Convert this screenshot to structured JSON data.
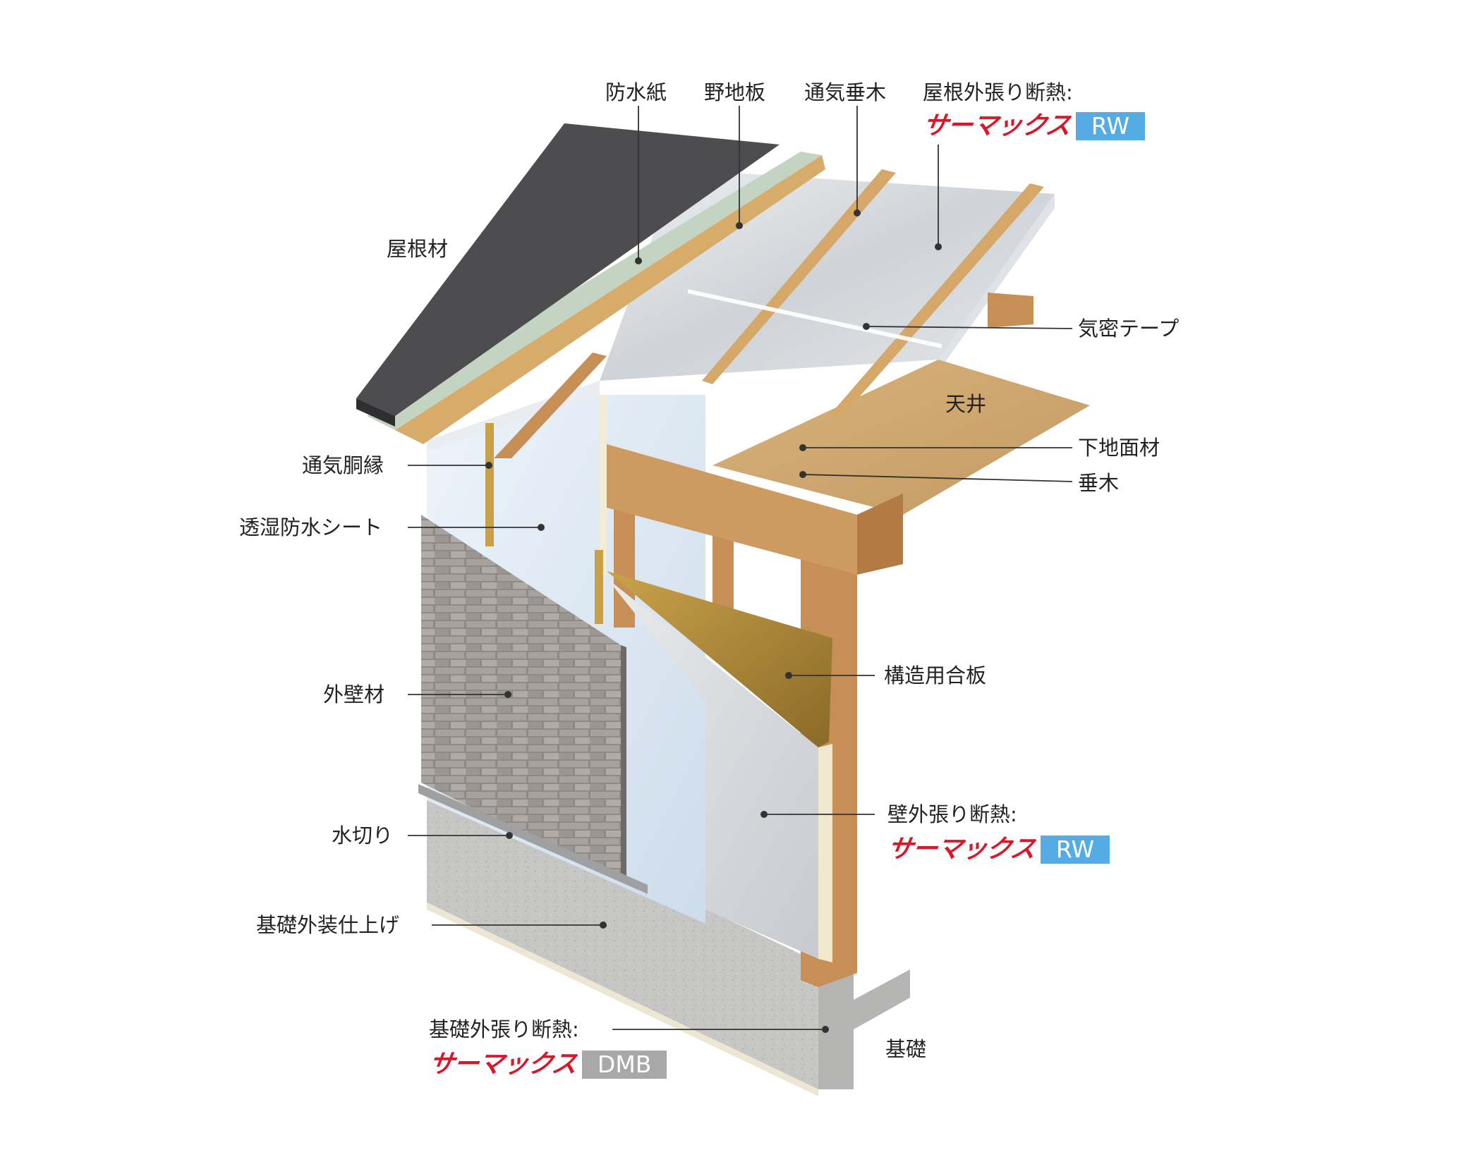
{
  "colors": {
    "brand_red": "#d7182a",
    "tag_blue": "#55ace4",
    "tag_gray": "#a8a8a8",
    "label_text": "#222222",
    "leader_line": "#333333"
  },
  "labels": {
    "bousuishi": "防水紙",
    "yajiita": "野地板",
    "tsuuki_taruki": "通気垂木",
    "yane_sotobari": "屋根外張り断熱:",
    "yanezai": "屋根材",
    "kimitsu_tape": "気密テープ",
    "tenjou": "天井",
    "shitaji_menzai": "下地面材",
    "taruki": "垂木",
    "tsuuki_doubuchi": "通気胴縁",
    "toushitsu_sheet": "透湿防水シート",
    "gaihekizai": "外壁材",
    "kouzou_gouban": "構造用合板",
    "kabe_sotobari": "壁外張り断熱:",
    "mizukiri": "水切り",
    "kiso_shiage": "基礎外装仕上げ",
    "kiso_sotobari": "基礎外張り断熱:",
    "kiso": "基礎"
  },
  "brands": {
    "roof": {
      "name": "サーマックス",
      "tag": "RW"
    },
    "wall": {
      "name": "サーマックス",
      "tag": "RW"
    },
    "foundation": {
      "name": "サーマックス",
      "tag": "DMB"
    }
  }
}
